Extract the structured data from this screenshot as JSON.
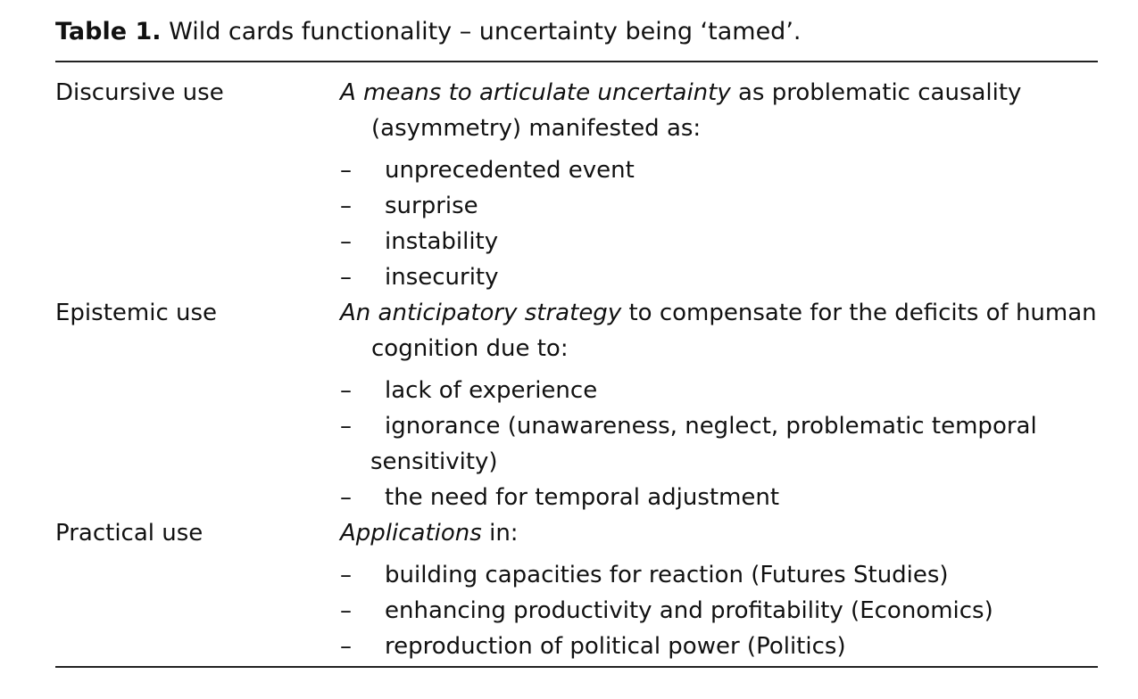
{
  "caption": {
    "label": "Table 1.",
    "title": "Wild cards functionality – uncertainty being ‘tamed’."
  },
  "rows": [
    {
      "label": "Discursive use",
      "lead_italic": "A means to articulate uncertainty",
      "lead_rest": " as problematic causality (asymmetry) manifested as:",
      "items": [
        "unprecedented event",
        "surprise",
        "instability",
        "insecurity"
      ]
    },
    {
      "label": "Epistemic use",
      "lead_italic": "An anticipatory strategy",
      "lead_rest": " to compensate for the deficits of human cognition due to:",
      "items": [
        "lack of experience",
        "ignorance (unawareness, neglect, problematic temporal",
        "sensitivity)",
        "the need for temporal adjustment"
      ]
    },
    {
      "label": "Practical use",
      "lead_italic": "Applications",
      "lead_rest": " in:",
      "items": [
        "building capacities for reaction (Futures Studies)",
        "enhancing productivity and profitability (Economics)",
        "reproduction of political power (Politics)"
      ]
    }
  ],
  "dash": "–"
}
